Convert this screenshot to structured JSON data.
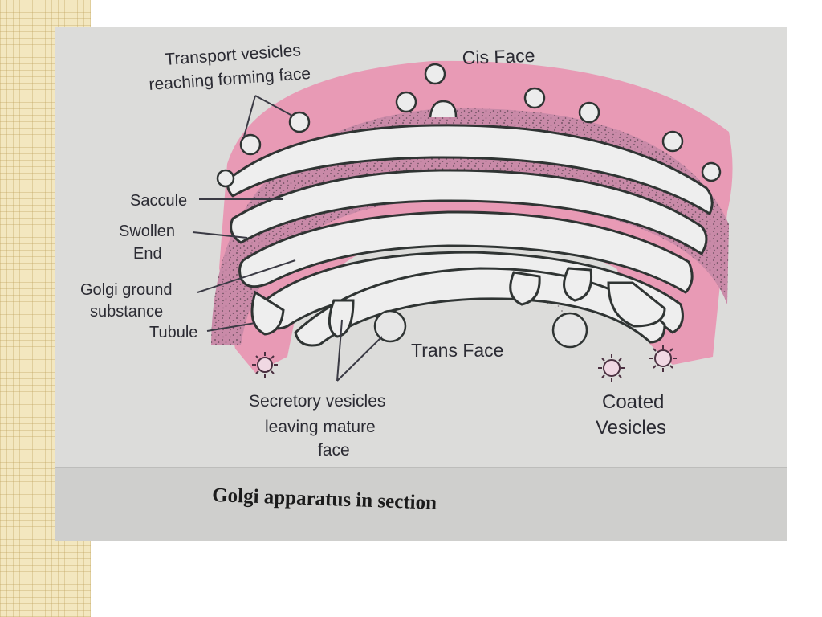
{
  "slide": {
    "caption": "Golgi apparatus in section",
    "colors": {
      "pink": "#e89ab5",
      "paper": "#dcdcda",
      "ink": "#2f3433",
      "pattern": "#f3e7bf"
    }
  },
  "labels": {
    "transport_1": "Transport vesicles",
    "transport_2": "reaching forming face",
    "cis_face": "Cis Face",
    "saccule": "Saccule",
    "swollen_1": "Swollen",
    "swollen_2": "End",
    "golgi_ground_1": "Golgi ground",
    "golgi_ground_2": "substance",
    "tubule": "Tubule",
    "trans_face": "Trans Face",
    "secretory_1": "Secretory vesicles",
    "secretory_2": "leaving mature",
    "secretory_3": "face",
    "coated_1": "Coated",
    "coated_2": "Vesicles"
  }
}
